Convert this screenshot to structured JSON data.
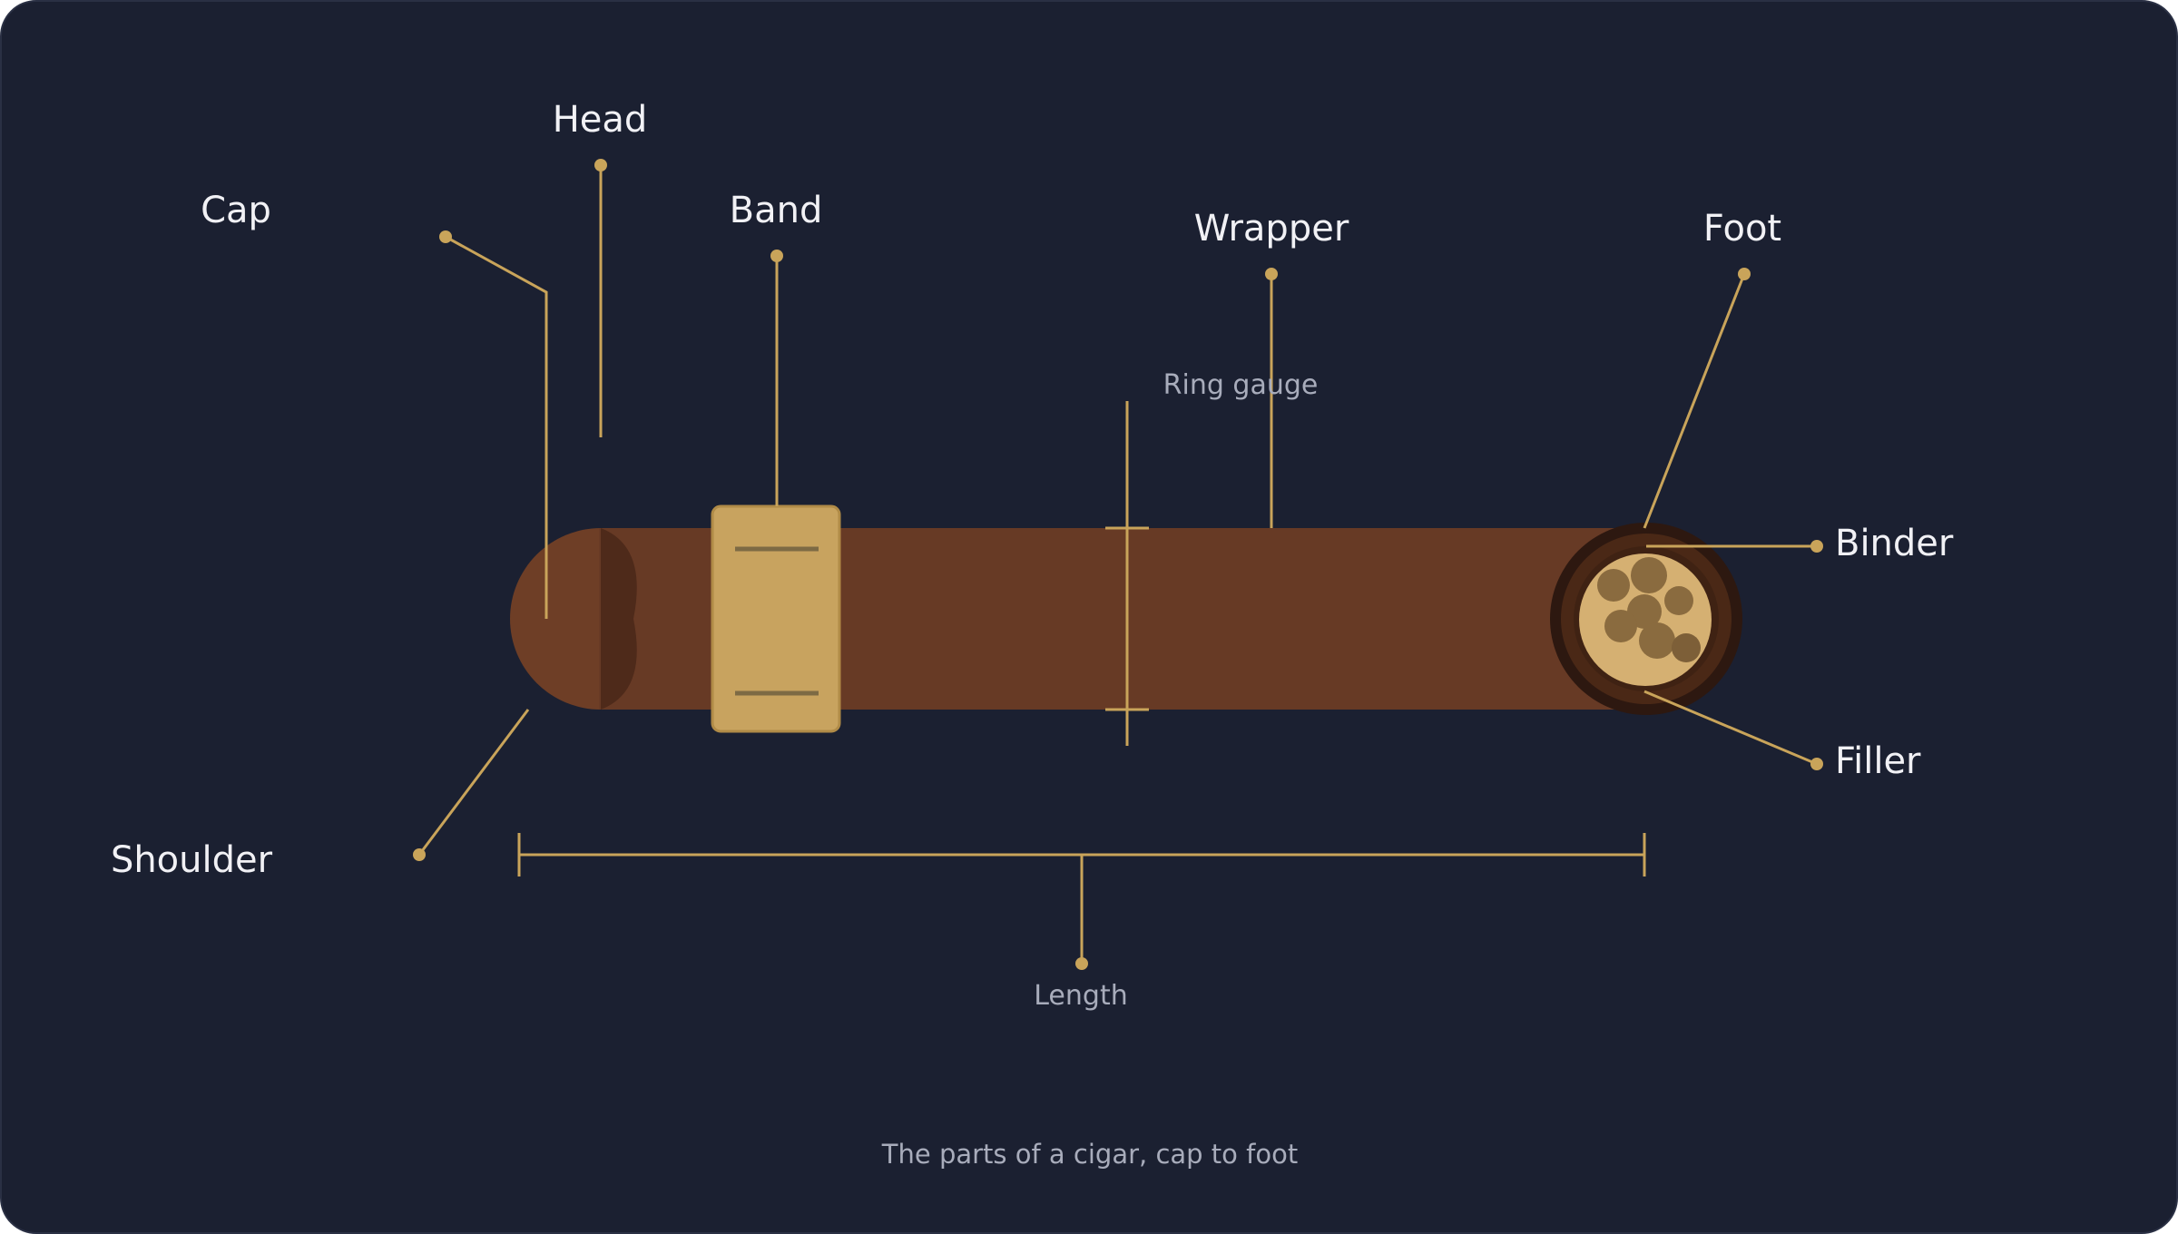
{
  "labels": {
    "head": "Head",
    "cap": "Cap",
    "band": "Band",
    "wrapper": "Wrapper",
    "foot": "Foot",
    "binder": "Binder",
    "filler": "Filler",
    "shoulder": "Shoulder",
    "ring_gauge": "Ring gauge",
    "length": "Length"
  },
  "caption": "The parts of a cigar, cap to foot",
  "colors": {
    "background": "#1b2031",
    "accent": "#c9a45a",
    "wrapper": "#673a25",
    "band": "#c8a35f",
    "foot_dark": "#2d1810",
    "filler": "#d5b072"
  }
}
